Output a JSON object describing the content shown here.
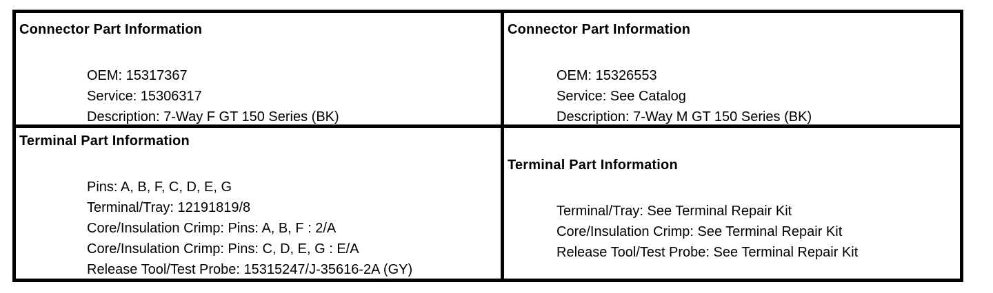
{
  "colors": {
    "background": "#ffffff",
    "text": "#000000",
    "border": "#000000"
  },
  "cells": {
    "top_left": {
      "header": "Connector Part Information",
      "lines": [
        "OEM: 15317367",
        "Service: 15306317",
        "Description: 7-Way F GT 150 Series (BK)"
      ]
    },
    "top_right": {
      "header": "Connector Part Information",
      "lines": [
        "OEM: 15326553",
        "Service: See Catalog",
        "Description: 7-Way M GT 150 Series (BK)"
      ]
    },
    "bottom_left": {
      "header": "Terminal Part Information",
      "lines": [
        "Pins: A, B, F, C, D, E, G",
        "Terminal/Tray: 12191819/8",
        "Core/Insulation Crimp: Pins: A, B, F : 2/A",
        "Core/Insulation Crimp: Pins: C, D, E, G : E/A",
        "Release Tool/Test Probe: 15315247/J-35616-2A (GY)"
      ]
    },
    "bottom_right": {
      "header": "Terminal Part Information",
      "lines": [
        "Terminal/Tray: See Terminal Repair Kit",
        "Core/Insulation Crimp: See Terminal Repair Kit",
        "Release Tool/Test Probe: See Terminal Repair Kit"
      ]
    }
  }
}
